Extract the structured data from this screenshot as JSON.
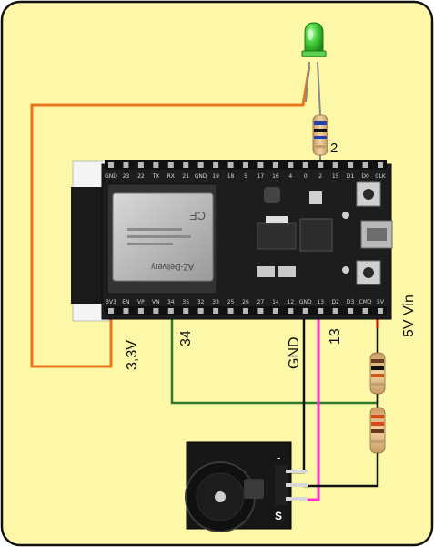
{
  "labels": {
    "led_resistor": "2",
    "pin_3v3": "3,3V",
    "pin_34": "34",
    "gnd": "GND",
    "pin_13": "13",
    "vin": "5V Vin"
  },
  "board": {
    "top_pins": [
      "CLK",
      "D0",
      "D1",
      "15",
      "2",
      "0",
      "4",
      "16",
      "17",
      "5",
      "18",
      "19",
      "GND",
      "21",
      "RX",
      "TX",
      "22",
      "23",
      "GND"
    ],
    "bottom_pins": [
      "3V3",
      "EN",
      "VP",
      "VN",
      "34",
      "35",
      "32",
      "33",
      "25",
      "26",
      "27",
      "14",
      "12",
      "GND",
      "13",
      "D2",
      "D3",
      "CMD",
      "5V"
    ],
    "module_text": "AZ-Delivery",
    "buzzer_pin_label": "S",
    "buzzer_minus_label": "-"
  },
  "colors": {
    "background": "#fdf8a8",
    "frame": "#111111",
    "wire_3v3": "#e8761e",
    "wire_34": "#2f7a2f",
    "wire_13": "#ff2ed1",
    "wire_gnd": "#111111",
    "wire_5v": "#d80000",
    "led": "#3ecf3e",
    "board": "#1d1d1d"
  }
}
